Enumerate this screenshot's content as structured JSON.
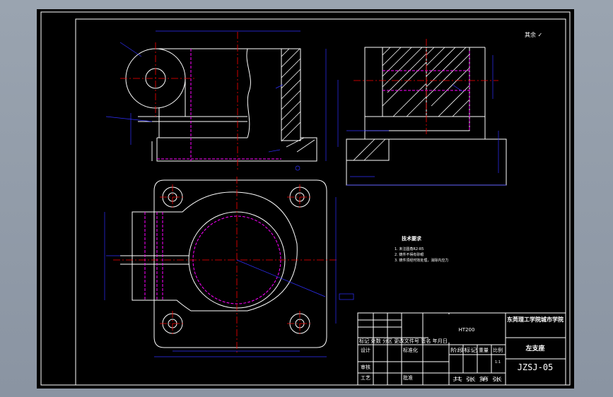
{
  "colors": {
    "background": "#9aa4b0",
    "sheet": "#000000",
    "outline": "#ffffff",
    "hidden_lines": "#ff00ff",
    "center_lines": "#ff0000",
    "dimensions": "#3030ff",
    "hatch": "#ffffff",
    "title_block": "#ffffff"
  },
  "corner_note": "其余 ✓",
  "tech_requirements": {
    "title": "技术要求",
    "lines": [
      "1. 未注圆角R2-R5",
      "2. 铸件不得有砂眼",
      "3. 铸件须经时效处理，消除内应力"
    ]
  },
  "title_block": {
    "material": "HT200",
    "school": "东莞理工学院城市学院",
    "part_name": "左支座",
    "drawing_no": "JZSJ-05",
    "scale_value": "1:1",
    "header_row": "标记 处数 分区 更改文件号 签名 年月日",
    "design": "设计",
    "standardize": "标准化",
    "review": "审核",
    "process": "工艺",
    "approve": "批准",
    "stage_label": "阶段标记",
    "weight_label": "重量",
    "scale_label": "比例",
    "sheet_label": "共   张   第   张"
  }
}
